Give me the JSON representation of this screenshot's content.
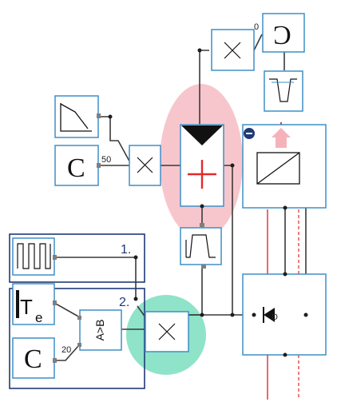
{
  "diagram": {
    "markers": [
      "1.",
      "2."
    ],
    "constants": {
      "c_top": "C",
      "c_bottom": "C",
      "power_right": "Ɔ"
    },
    "params": {
      "top_value": "50",
      "bottom_value": "20",
      "switch_label": "0"
    },
    "labels": {
      "compare": "A>B",
      "temp": "T",
      "temp_sub": "e",
      "diode": "D"
    },
    "colors": {
      "block_stroke": "#3f8fc6",
      "highlight_red": "#f7c6cc",
      "highlight_green": "#8fe3c9",
      "group_frame": "#1f3a78",
      "signal_red": "#e23a3a"
    }
  }
}
